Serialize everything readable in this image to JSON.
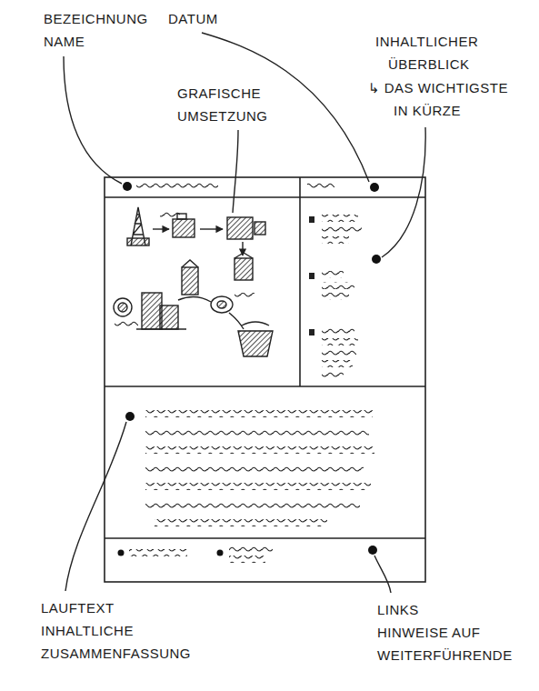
{
  "diagram": {
    "labels": [
      "BEZEICHNUNG NAME",
      "DATUM",
      "INHALTLICHER ÜBERBLICK",
      "↳ DAS WICHTIGSTE IN KÜRZE",
      "GRAFISCHE UMSETZUNG",
      "LAUFTEXT INHALTLICHE ZUSAMMENFASSUNG",
      "LINKS HINWEISE AUF WEITERFÜHRENDE"
    ]
  }
}
